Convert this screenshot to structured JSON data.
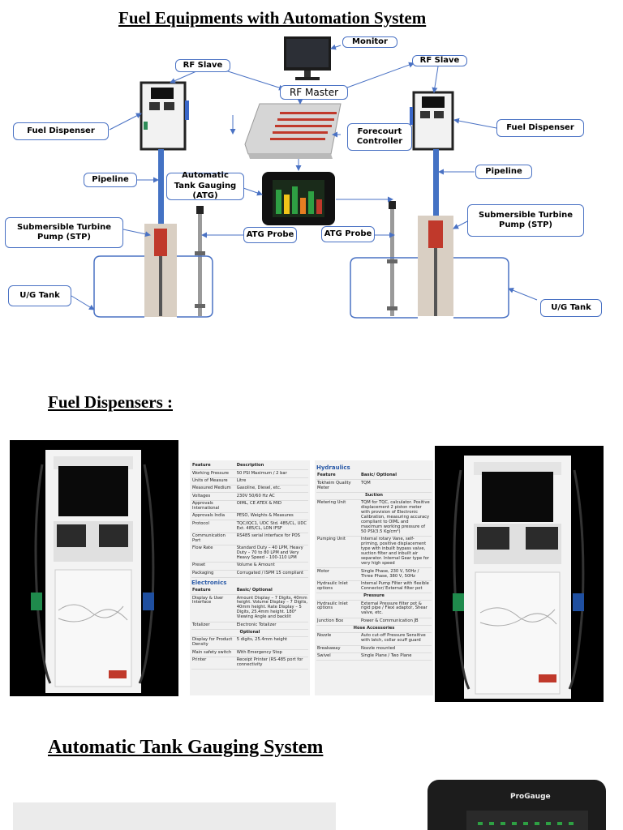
{
  "titles": {
    "main": "Fuel Equipments with Automation System",
    "dispensers": "Fuel Dispensers :",
    "atg": "Automatic Tank Gauging System"
  },
  "diagram": {
    "monitor": "Monitor",
    "rf_slave_left": "RF Slave",
    "rf_slave_right": "RF Slave",
    "rf_master": "RF Master",
    "fuel_dispenser_left": "Fuel Dispenser",
    "fuel_dispenser_right": "Fuel Dispenser",
    "forecourt_controller": "Forecourt Controller",
    "pipeline_left": "Pipeline",
    "pipeline_right": "Pipeline",
    "atg": "Automatic Tank Gauging (ATG)",
    "stp_left": "Submersible Turbine Pump (STP)",
    "stp_right": "Submersible Turbine Pump (STP)",
    "atg_probe_left": "ATG Probe",
    "atg_probe_right": "ATG Probe",
    "ug_tank_left": "U/G Tank",
    "ug_tank_right": "U/G Tank"
  },
  "spec_left": {
    "header": [
      "Feature",
      "Description"
    ],
    "rows": [
      [
        "Working Pressure",
        "50 PSI Maximum / 2 bar"
      ],
      [
        "Units of Measure",
        "Litre"
      ],
      [
        "Measured Medium",
        "Gasoline, Diesel, etc."
      ],
      [
        "Voltages",
        "230V 50/60 Hz AC"
      ],
      [
        "Approvals International",
        "OIML, CE ATEX & MID"
      ],
      [
        "Approvals India",
        "PESO, Weights & Measures"
      ],
      [
        "Protocol",
        "TQC/IQC1, UDC Std. 485/CL, UDC Ext. 485/CL, LON IFSF"
      ],
      [
        "Communication Port",
        "RS485 serial interface for POS"
      ],
      [
        "Flow Rate",
        "Standard Duty – 40 LPM, Heavy Duty – 70 to 80 LPM and Very Heavy Speed – 100-110 LPM"
      ],
      [
        "Preset",
        "Volume & Amount"
      ],
      [
        "Packaging",
        "Corrugated / ISPM 15 compliant"
      ]
    ],
    "electronics_title": "Electronics",
    "electronics_header": [
      "Feature",
      "Basic/ Optional"
    ],
    "electronics_rows": [
      [
        "Display & User Interface",
        "Amount Display – 7 Digits, 40mm height. Volume Display – 7 Digits, 40mm height. Rate Display – 5 Digits, 25.4mm height. 180° Viewing Angle and backlit"
      ],
      [
        "Totalizer",
        "Electronic Totalizer"
      ]
    ],
    "optional_title": "Optional",
    "optional_rows": [
      [
        "Display for Product Density",
        "5 digits, 25.4mm height"
      ],
      [
        "Main safety switch",
        "With Emergency Stop"
      ],
      [
        "Printer",
        "Receipt Printer (RS-485 port for connectivity"
      ]
    ]
  },
  "spec_right": {
    "title": "Hydraulics",
    "header": [
      "Feature",
      "Basic/ Optional"
    ],
    "rows_top": [
      [
        "Tokheim Quality Meter",
        "TQM"
      ]
    ],
    "suction_title": "Suction",
    "suction_rows": [
      [
        "Metering Unit",
        "TQM for TQC, calculator. Positive displacement 2 piston meter with provision of Electronic Calibration, measuring accuracy compliant to OIML and maximum working pressure of 50 PSI(3.5 Kg/cm²)"
      ],
      [
        "Pumping Unit",
        "Internal rotary Vane, self-priming, positive displacement type with inbuilt bypass valve, suction filter and inbuilt air separator. Internal Gear type for very high speed"
      ],
      [
        "Motor",
        "Single Phase, 230 V, 50Hz / Three Phase, 380 V, 50Hz"
      ],
      [
        "Hydraulic Inlet options",
        "Internal Pump Filter with flexible Connector/ External filter pot"
      ]
    ],
    "pressure_title": "Pressure",
    "pressure_rows": [
      [
        "Hydraulic Inlet options",
        "External Pressure filter pot & rigid pipe / Flexi adaptor, Shear valve, etc."
      ],
      [
        "Junction Box",
        "Power & Communication JB"
      ]
    ],
    "hose_title": "Hose Accessories",
    "hose_rows": [
      [
        "Nozzle",
        "Auto cut-off Pressure Sensitive with latch, collar scuff guard"
      ],
      [
        "Breakaway",
        "Nozzle mounted"
      ],
      [
        "Swivel",
        "Single Plane / Two Plane"
      ]
    ]
  },
  "progauge_brand": "ProGauge",
  "colors": {
    "accent": "#4a72c4",
    "pipe": "#4472c4",
    "hydraulics_title": "#2a5aa8"
  }
}
